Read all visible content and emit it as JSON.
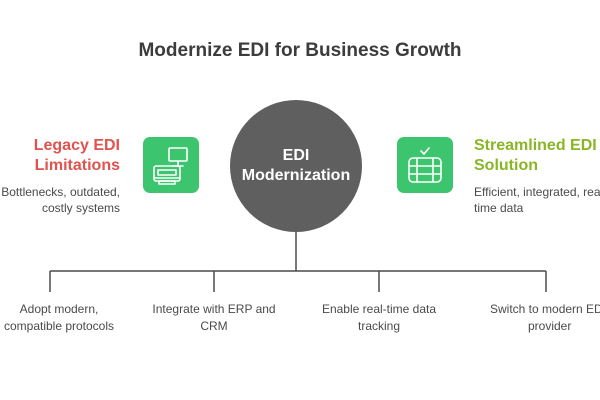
{
  "title": "Modernize EDI for Business Growth",
  "center": {
    "line1": "EDI",
    "line2": "Modernization"
  },
  "left": {
    "title_line1": "Legacy EDI",
    "title_line2": "Limitations",
    "desc_line1": "Bottlenecks, outdated,",
    "desc_line2": "costly systems",
    "icon": "computer-cash-register-icon"
  },
  "right": {
    "title_line1": "Streamlined EDI",
    "title_line2": "Solution",
    "desc_line1": "Efficient, integrated, real-",
    "desc_line2": "time data",
    "icon": "server-database-check-icon"
  },
  "steps": [
    {
      "line1": "Adopt modern,",
      "line2": "compatible protocols"
    },
    {
      "line1": "Integrate with ERP and",
      "line2": "CRM"
    },
    {
      "line1": "Enable real-time data",
      "line2": "tracking"
    },
    {
      "line1": "Switch to modern EDI",
      "line2": "provider"
    }
  ],
  "colors": {
    "accent_red": "#e0534e",
    "accent_green": "#8ab626",
    "icon_bg": "#3dc46e",
    "circle": "#5f5f5f"
  }
}
